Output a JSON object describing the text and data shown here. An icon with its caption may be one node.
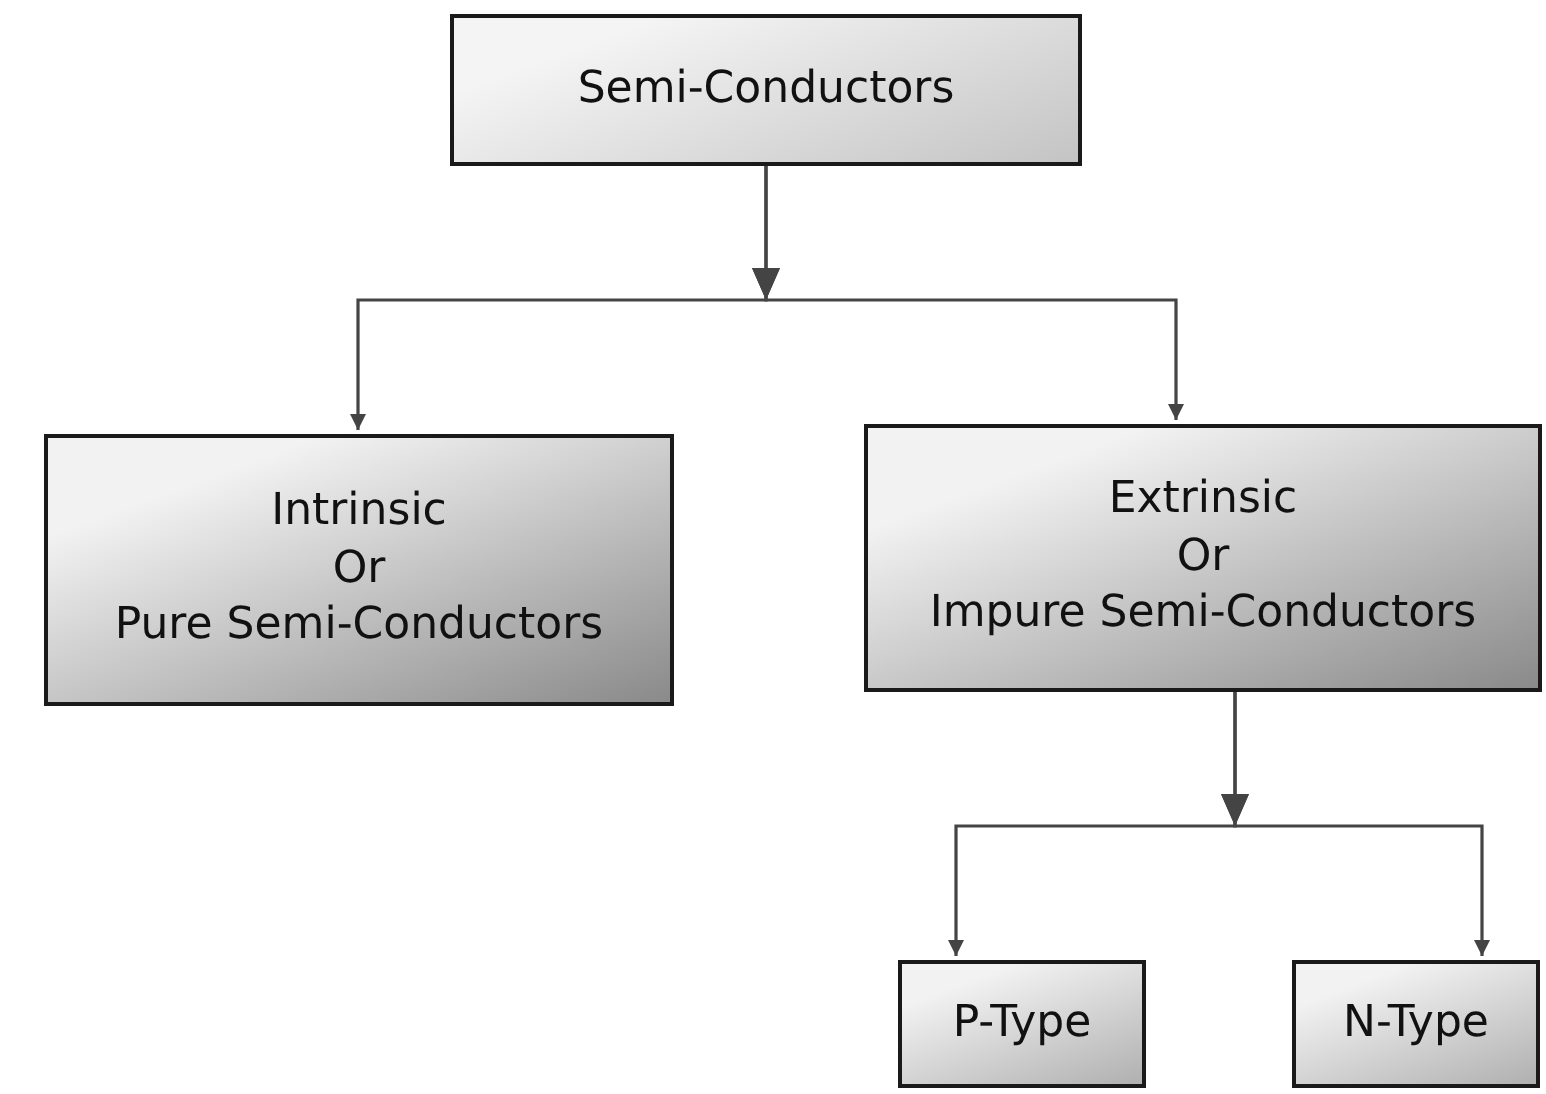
{
  "diagram": {
    "nodes": [
      {
        "text": [
          "Semi-Conductors"
        ]
      },
      {
        "text": [
          "Intrinsic",
          "Or",
          "Pure Semi-Conductors"
        ]
      },
      {
        "text": [
          "Extrinsic",
          "Or",
          "Impure Semi-Conductors"
        ]
      },
      {
        "text": [
          "P-Type"
        ]
      },
      {
        "text": [
          "N-Type"
        ]
      }
    ],
    "edges": [
      {
        "from": 0,
        "to": 1,
        "arrow": "to"
      },
      {
        "from": 0,
        "to": 2,
        "arrow": "to"
      },
      {
        "from": 2,
        "to": 3,
        "arrow": "to"
      },
      {
        "from": 2,
        "to": 4,
        "arrow": "to"
      }
    ]
  }
}
